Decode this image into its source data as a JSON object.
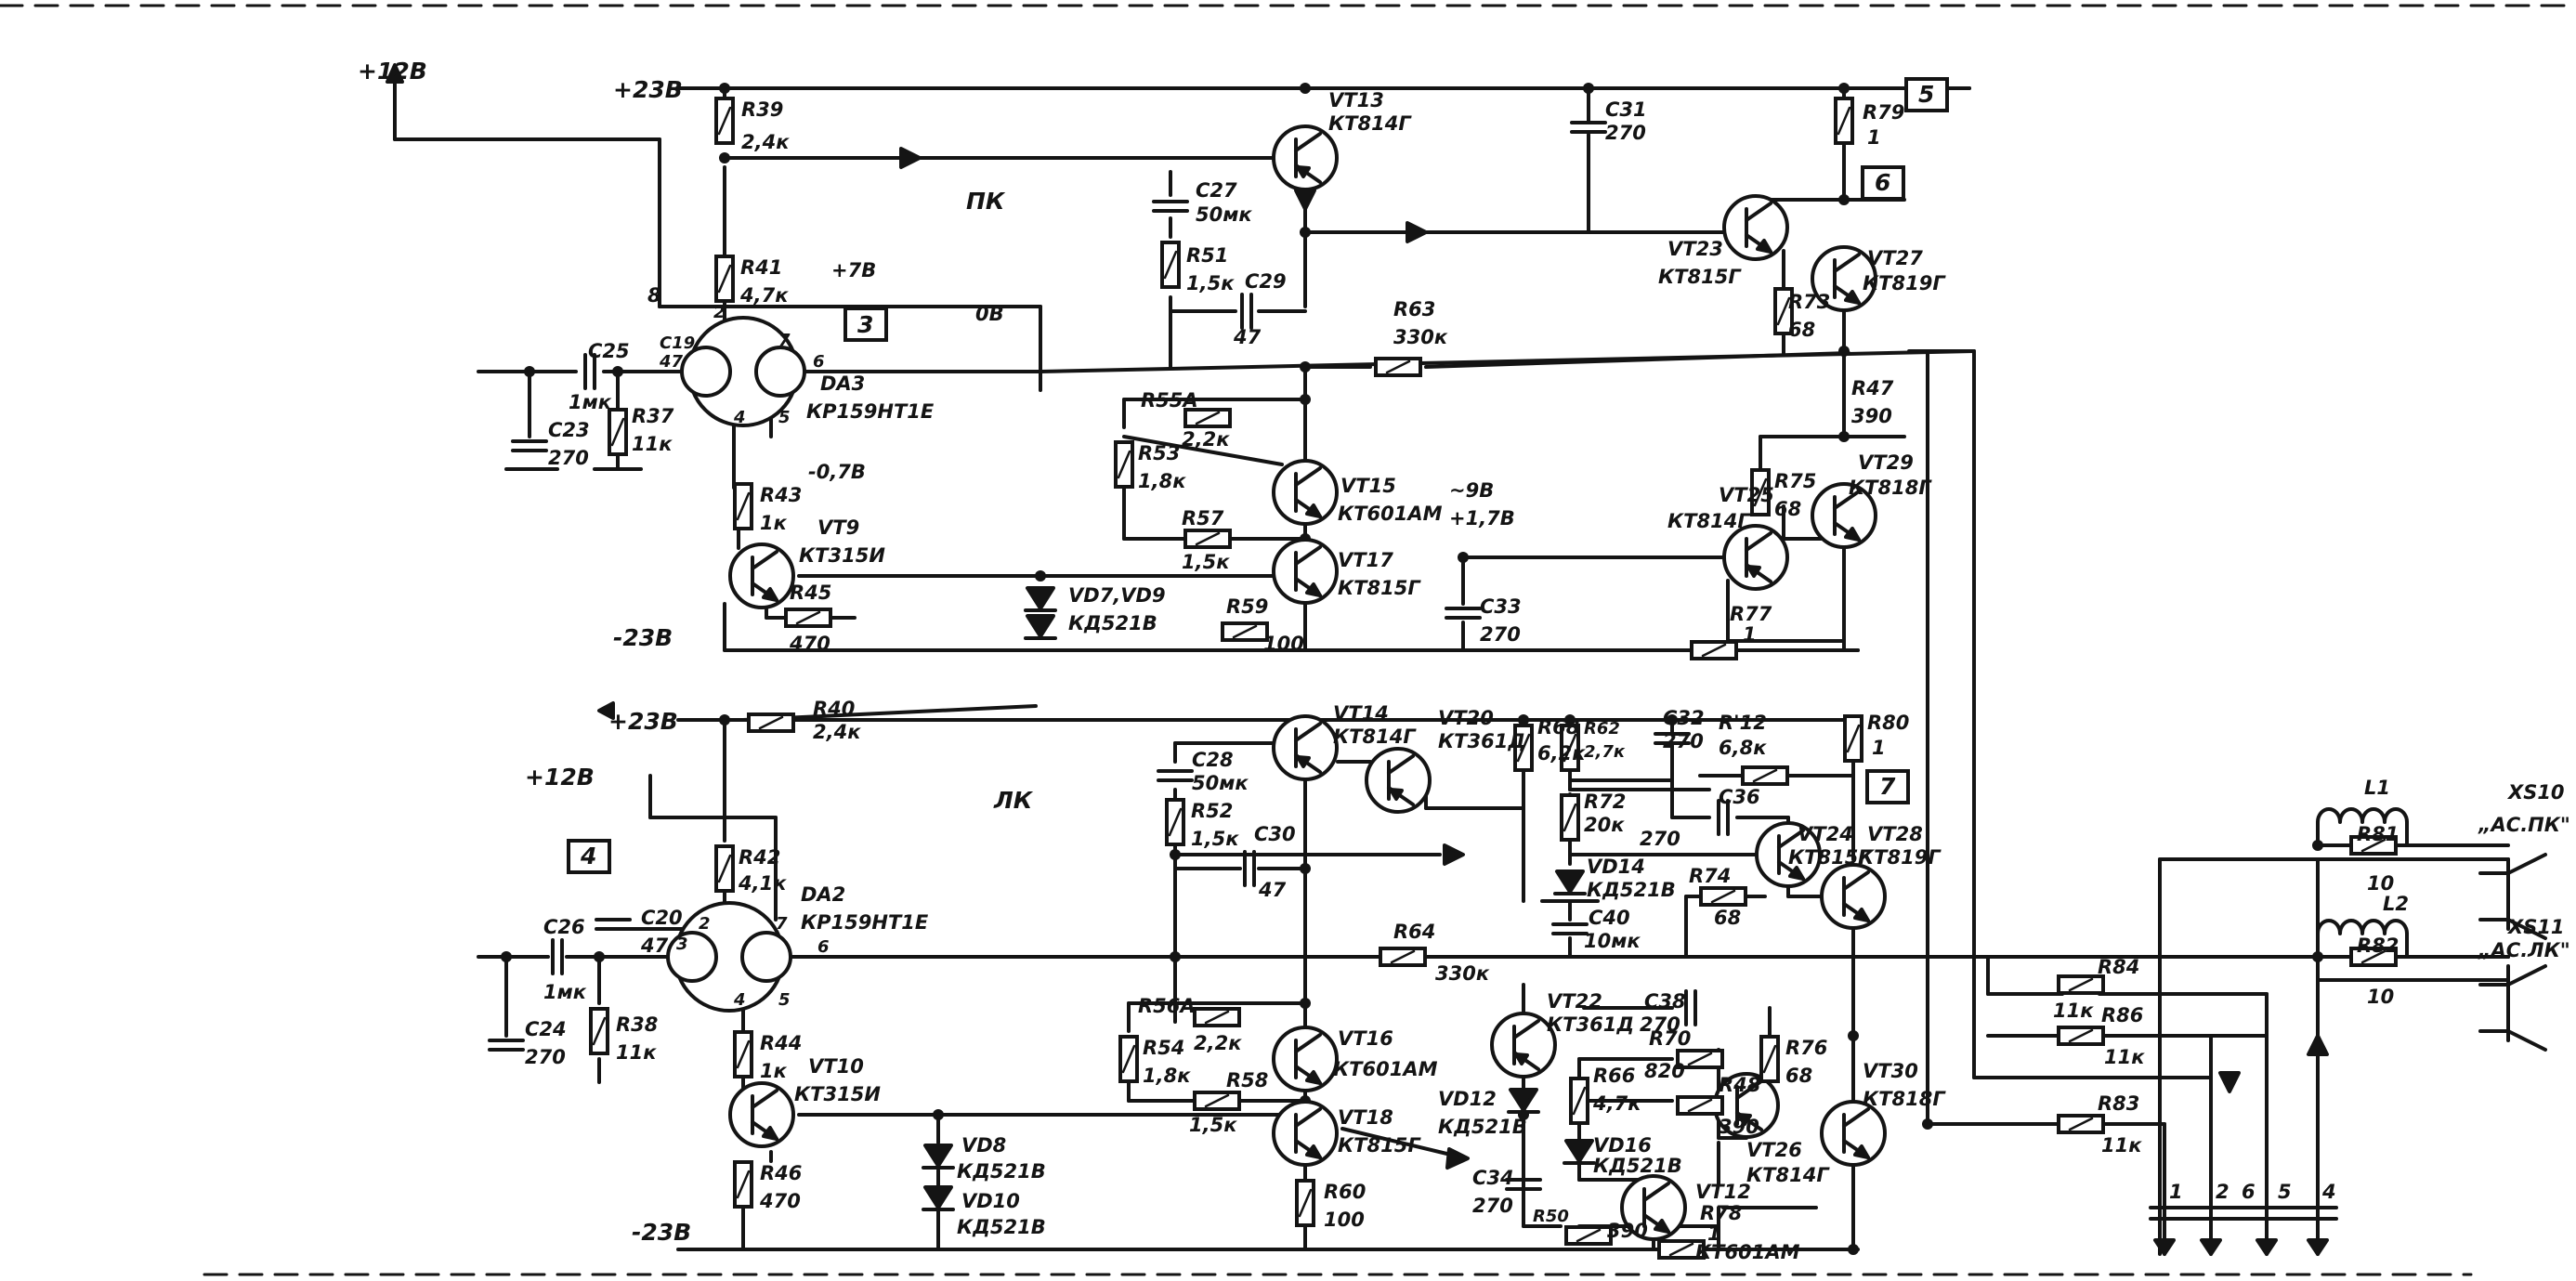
{
  "rails": {
    "p12_top": "+12В",
    "p23_top": "+23В",
    "m23_top": "-23В",
    "p23_bot": "+23В",
    "p12_bot": "+12В",
    "m23_bot": "-23В"
  },
  "sections": {
    "right": "ПК",
    "left": "ЛК"
  },
  "voltages": {
    "v_8": "8",
    "v_p7": "+7В",
    "v_0": "0В",
    "v_m07": "-0,7В",
    "v_m9": "~9В",
    "v_p178": "+1,7В"
  },
  "tags": {
    "t3": "3",
    "t4": "4",
    "t5": "5",
    "t6": "6",
    "t7": "7"
  },
  "ic": {
    "da3": {
      "ref": "DA3",
      "type": "КР159НТ1Е"
    },
    "da2": {
      "ref": "DA2",
      "type": "КР159НТ1Е"
    },
    "pins": {
      "p2": "2",
      "p3": "3",
      "p4": "4",
      "p5": "5",
      "p6": "6",
      "p7": "7"
    }
  },
  "upper": {
    "r39": {
      "ref": "R39",
      "val": "2,4к"
    },
    "r41": {
      "ref": "R41",
      "val": "4,7к"
    },
    "c19": {
      "ref": "C19",
      "val": "47"
    },
    "c25": {
      "ref": "C25",
      "val": "1мк"
    },
    "c23": {
      "ref": "C23",
      "val": "270"
    },
    "r37": {
      "ref": "R37",
      "val": "11к"
    },
    "r43": {
      "ref": "R43",
      "val": "1к"
    },
    "vt9": {
      "ref": "VT9",
      "type": "КТ315И"
    },
    "r45": {
      "ref": "R45",
      "val": "470"
    },
    "vd7": {
      "ref": "VD7,VD9",
      "type": "КД521В"
    },
    "vt13": {
      "ref": "VT13",
      "type": "КТ814Г"
    },
    "c27": {
      "ref": "C27",
      "val": "50мк"
    },
    "r51": {
      "ref": "R51",
      "val": "1,5к"
    },
    "c29": {
      "ref": "C29",
      "val": "47"
    },
    "r55a": {
      "ref": "R55A",
      "val": "2,2к"
    },
    "r53": {
      "ref": "R53",
      "val": "1,8к"
    },
    "vt15": {
      "ref": "VT15",
      "type": "КТ601АМ"
    },
    "r57": {
      "ref": "R57",
      "val": "1,5к"
    },
    "vt17": {
      "ref": "VT17",
      "type": "КТ815Г"
    },
    "r59": {
      "ref": "R59",
      "val": "100"
    },
    "c31": {
      "ref": "C31",
      "val": "270"
    },
    "r63": {
      "ref": "R63",
      "val": "330к"
    },
    "c33": {
      "ref": "C33",
      "val": "270"
    },
    "vt23": {
      "ref": "VT23",
      "type": "КТ815Г"
    },
    "r73": {
      "ref": "R73",
      "val": "68"
    },
    "vt27": {
      "ref": "VT27",
      "type": "КТ819Г"
    },
    "r79": {
      "ref": "R79",
      "val": "1"
    },
    "r47": {
      "ref": "R47",
      "val": "390"
    },
    "vt25": {
      "ref": "VT25",
      "type": "КТ814Г"
    },
    "r75": {
      "ref": "R75",
      "val": "68"
    },
    "vt29": {
      "ref": "VT29",
      "type": "КТ818Г"
    },
    "r77": {
      "ref": "R77",
      "val": "1"
    }
  },
  "lower": {
    "r40": {
      "ref": "R40",
      "val": "2,4к"
    },
    "r42": {
      "ref": "R42",
      "val": "4,1к"
    },
    "c20": {
      "ref": "C20",
      "val": "47"
    },
    "c26": {
      "ref": "C26",
      "val": "1мк"
    },
    "c24": {
      "ref": "C24",
      "val": "270"
    },
    "r38": {
      "ref": "R38",
      "val": "11к"
    },
    "r44": {
      "ref": "R44",
      "val": "1к"
    },
    "vt10": {
      "ref": "VT10",
      "type": "КТ315И"
    },
    "r46": {
      "ref": "R46",
      "val": "470"
    },
    "vd8": {
      "ref": "VD8",
      "type": "КД521В"
    },
    "vd10": {
      "ref": "VD10",
      "type": "КД521В"
    },
    "vt14": {
      "ref": "VT14",
      "type": "КТ814Г"
    },
    "vt20": {
      "ref": "VT20",
      "type": "КТ361Д"
    },
    "c28": {
      "ref": "C28",
      "val": "50мк"
    },
    "r52": {
      "ref": "R52",
      "val": "1,5к"
    },
    "c30": {
      "ref": "C30",
      "val": "47"
    },
    "r68": {
      "ref": "R68",
      "val": "6,2к"
    },
    "r62": {
      "ref": "R62",
      "val": "2,7к"
    },
    "c32": {
      "ref": "C32",
      "val": "270"
    },
    "r12": {
      "ref": "R'12",
      "val": "6,8к"
    },
    "r80": {
      "ref": "R80",
      "val": "1"
    },
    "r72": {
      "ref": "R72",
      "val": "20к"
    },
    "c36": {
      "ref": "C36",
      "val": "270"
    },
    "vd14": {
      "ref": "VD14",
      "type": "КД521В"
    },
    "c40": {
      "ref": "C40",
      "val": "10мк"
    },
    "vt24": {
      "ref": "VT24",
      "type": "КТ815Г"
    },
    "vt28": {
      "ref": "VT28",
      "type": "КТ819Г"
    },
    "r74": {
      "ref": "R74",
      "val": "68"
    },
    "r64": {
      "ref": "R64",
      "val": "330к"
    },
    "r56a": {
      "ref": "R56A",
      "val": "2,2к"
    },
    "r54": {
      "ref": "R54",
      "val": "1,8к"
    },
    "vt16": {
      "ref": "VT16",
      "type": "КТ601АМ"
    },
    "r58": {
      "ref": "R58",
      "val": "1,5к"
    },
    "vt18": {
      "ref": "VT18",
      "type": "КТ815Г"
    },
    "r60": {
      "ref": "R60",
      "val": "100"
    },
    "vt22": {
      "ref": "VT22",
      "type": "КТ361Д"
    },
    "c38": {
      "ref": "C38",
      "val": "270"
    },
    "r70": {
      "ref": "R70",
      "val": ""
    },
    "v820": "820",
    "r48": {
      "ref": "R48",
      "val": "390"
    },
    "r76": {
      "ref": "R76",
      "val": "68"
    },
    "vt30": {
      "ref": "VT30",
      "type": "КТ818Г"
    },
    "vd12": {
      "ref": "VD12",
      "type": "КД521В"
    },
    "r66": {
      "ref": "R66",
      "val": "4,7к"
    },
    "vd16": {
      "ref": "VD16",
      "type": "КД521В"
    },
    "vt26": {
      "ref": "VT26",
      "type": "КТ814Г"
    },
    "c34": {
      "ref": "C34",
      "val": "270"
    },
    "r50": {
      "ref": "R50",
      "val": "390"
    },
    "r78": {
      "ref": "R78",
      "val": "1"
    },
    "vt12": {
      "ref": "VT12",
      "type": "КТ601АМ"
    }
  },
  "output": {
    "l1": "L1",
    "l2": "L2",
    "r81": {
      "ref": "R81",
      "val": "10"
    },
    "r82": {
      "ref": "R82",
      "val": "10"
    },
    "xs10": {
      "ref": "XS10",
      "label": "„АС.ПК\""
    },
    "xs11": {
      "ref": "XS11",
      "label": "„АС.ЛК\""
    },
    "r84": {
      "ref": "R84",
      "val": "11к"
    },
    "r86": {
      "ref": "R86",
      "val": "11к"
    },
    "r83": {
      "ref": "R83",
      "val": "11к"
    },
    "bus": [
      "1",
      "2",
      "6",
      "5",
      "4"
    ]
  }
}
